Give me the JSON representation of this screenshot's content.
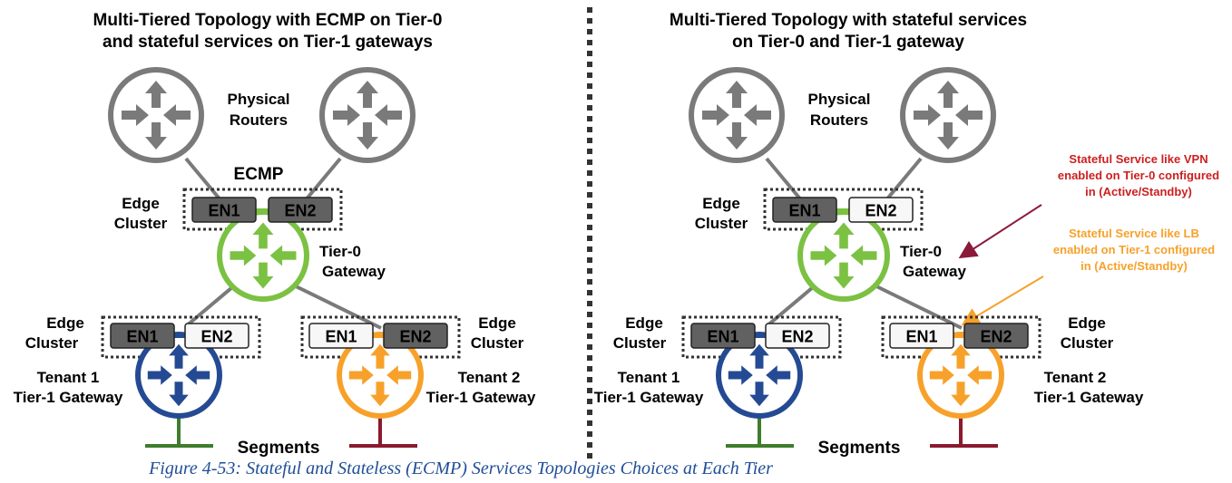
{
  "colors": {
    "router_gray": "#7a7a7a",
    "tier0_green": "#7bc142",
    "tenant1_blue": "#254a94",
    "tenant2_orange": "#f7a12a",
    "en_active_fill": "#616161",
    "en_standby_fill": "#f7f7f7",
    "segment1_green": "#3f7d2c",
    "segment2_red": "#8b1a2e",
    "vpn_red": "#cc1f1f",
    "lb_orange": "#f7a12a",
    "vpn_arrow": "#8b1a3a",
    "caption_blue": "#1f4e96"
  },
  "icons": {
    "router": "router-arrows-icon",
    "edge_node": "edge-node-box"
  },
  "left": {
    "title_line1": "Multi-Tiered Topology with ECMP on Tier-0",
    "title_line2": "and stateful services on Tier-1 gateways",
    "physical_line1": "Physical",
    "physical_line2": "Routers",
    "ecmp": "ECMP",
    "edge_cluster_top_1": "Edge",
    "edge_cluster_top_2": "Cluster",
    "tier0_line1": "Tier-0",
    "tier0_line2": "Gateway",
    "en_top": [
      "EN1",
      "EN2"
    ],
    "en_top_state": [
      "active",
      "active"
    ],
    "edge_cluster_left_1": "Edge",
    "edge_cluster_left_2": "Cluster",
    "edge_cluster_right_1": "Edge",
    "edge_cluster_right_2": "Cluster",
    "en_t1_left": [
      "EN1",
      "EN2"
    ],
    "en_t1_left_state": [
      "active",
      "standby"
    ],
    "en_t1_right": [
      "EN1",
      "EN2"
    ],
    "en_t1_right_state": [
      "standby",
      "active"
    ],
    "tenant1_line1": "Tenant 1",
    "tenant1_line2": "Tier-1 Gateway",
    "tenant2_line1": "Tenant 2",
    "tenant2_line2": "Tier-1 Gateway",
    "segments": "Segments"
  },
  "right": {
    "title_line1": "Multi-Tiered Topology with stateful services",
    "title_line2": "on Tier-0 and Tier-1 gateway",
    "physical_line1": "Physical",
    "physical_line2": "Routers",
    "edge_cluster_top_1": "Edge",
    "edge_cluster_top_2": "Cluster",
    "tier0_line1": "Tier-0",
    "tier0_line2": "Gateway",
    "en_top": [
      "EN1",
      "EN2"
    ],
    "en_top_state": [
      "active",
      "standby"
    ],
    "vpn_line1": "Stateful Service like VPN",
    "vpn_line2": "enabled on Tier-0 configured",
    "vpn_line3": "in (Active/Standby)",
    "lb_line1": "Stateful Service like LB",
    "lb_line2": "enabled on Tier-1 configured",
    "lb_line3": "in (Active/Standby)",
    "edge_cluster_left_1": "Edge",
    "edge_cluster_left_2": "Cluster",
    "edge_cluster_right_1": "Edge",
    "edge_cluster_right_2": "Cluster",
    "en_t1_left": [
      "EN1",
      "EN2"
    ],
    "en_t1_left_state": [
      "active",
      "standby"
    ],
    "en_t1_right": [
      "EN1",
      "EN2"
    ],
    "en_t1_right_state": [
      "standby",
      "active"
    ],
    "tenant1_line1": "Tenant 1",
    "tenant1_line2": "Tier-1 Gateway",
    "tenant2_line1": "Tenant 2",
    "tenant2_line2": "Tier-1 Gateway",
    "segments": "Segments"
  },
  "caption": "Figure 4-53: Stateful and Stateless (ECMP) Services Topologies Choices at Each Tier"
}
